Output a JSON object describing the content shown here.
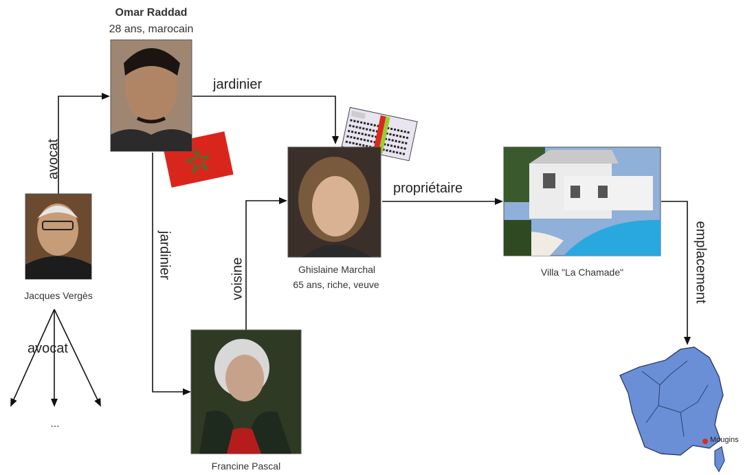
{
  "nodes": {
    "omar": {
      "name": "Omar Raddad",
      "desc": "28 ans, marocain"
    },
    "verges": {
      "name": "Jacques Vergès"
    },
    "marchal": {
      "name": "Ghislaine Marchal",
      "desc": "65 ans, riche, veuve"
    },
    "pascal": {
      "name": "Francine Pascal"
    },
    "villa": {
      "name": "Villa \"La Chamade\""
    },
    "mougins": {
      "name": "Mougins"
    },
    "ellipsis": {
      "text": "..."
    }
  },
  "edges": {
    "omar_marchal": "jardinier",
    "omar_pascal": "jardinier",
    "verges_omar": "avocat",
    "verges_others": "avocat",
    "pascal_marchal": "voisine",
    "marchal_villa": "propriétaire",
    "villa_mougins": "emplacement"
  },
  "colors": {
    "morocco_red": "#d9261c",
    "morocco_star": "#2e7d32",
    "france_fill": "#6b8fd6",
    "mougins_dot": "#d92b1c"
  }
}
